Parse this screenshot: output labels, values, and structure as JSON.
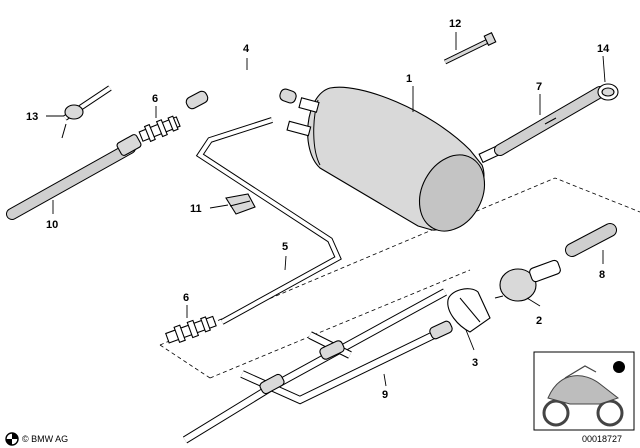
{
  "diagram": {
    "callouts": [
      "1",
      "2",
      "3",
      "4",
      "5",
      "6",
      "6",
      "7",
      "8",
      "9",
      "10",
      "11",
      "12",
      "13",
      "14"
    ],
    "copyright": "© BMW AG",
    "reference_number": "00018727",
    "logo_icon": "bmw-roundel-icon",
    "thumbnail_icon": "motorcycle-thumbnail-icon"
  }
}
